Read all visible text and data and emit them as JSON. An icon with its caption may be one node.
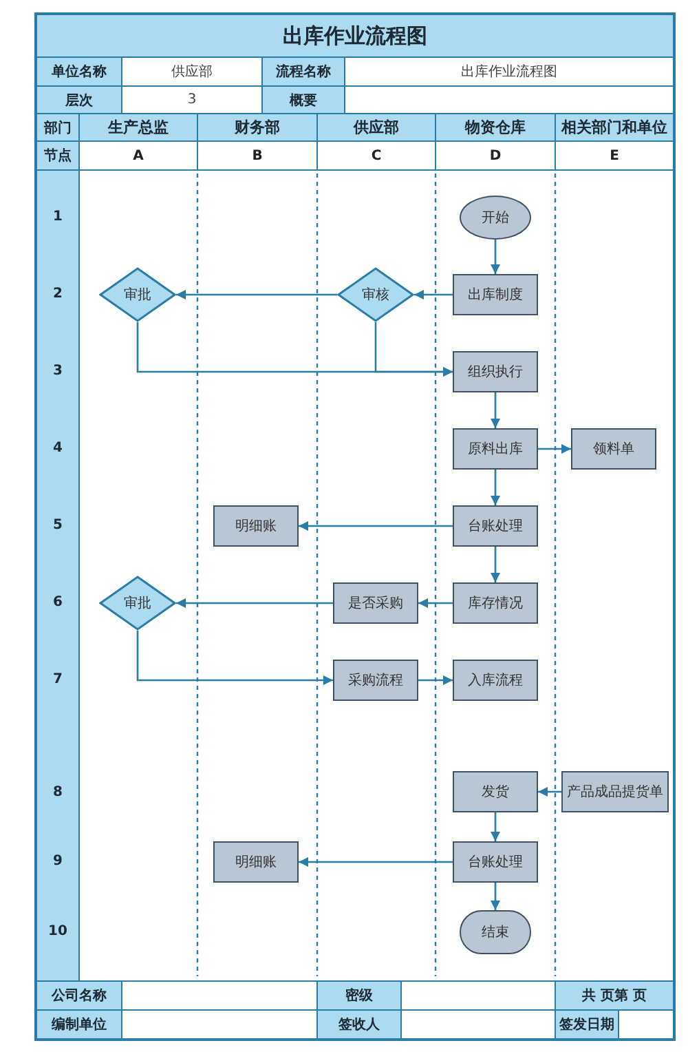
{
  "diagram": {
    "title": "出库作业流程图",
    "nodes": [
      {
        "text": [
          "开始"
        ]
      },
      {
        "text": [
          "审批"
        ]
      },
      {
        "text": [
          "审核"
        ]
      },
      {
        "text": [
          "出库制度"
        ]
      },
      {
        "text": [
          "组织执行"
        ]
      },
      {
        "text": [
          "原料出库"
        ]
      },
      {
        "text": [
          "领料单"
        ]
      },
      {
        "text": [
          "明细账"
        ]
      },
      {
        "text": [
          "台账处理"
        ]
      },
      {
        "text": [
          "审批"
        ]
      },
      {
        "text": [
          "是否采购"
        ]
      },
      {
        "text": [
          "库存情况"
        ]
      },
      {
        "text": [
          "采购流程"
        ]
      },
      {
        "text": [
          "入库流程"
        ]
      },
      {
        "text": [
          "发货"
        ]
      },
      {
        "text": [
          "产品成品提货单"
        ]
      },
      {
        "text": [
          "明细账"
        ]
      },
      {
        "text": [
          "台账处理"
        ]
      },
      {
        "text": [
          "结束"
        ]
      }
    ],
    "edges": [
      {
        "from": 0,
        "to": 3,
        "arrow": "to"
      },
      {
        "from": 3,
        "to": 2,
        "arrow": "to"
      },
      {
        "from": 2,
        "to": 1,
        "arrow": "to"
      },
      {
        "from": 1,
        "to": 4,
        "arrow": "to"
      },
      {
        "from": 2,
        "to": 4,
        "arrow": "to"
      },
      {
        "from": 4,
        "to": 5,
        "arrow": "to"
      },
      {
        "from": 5,
        "to": 6,
        "arrow": "to"
      },
      {
        "from": 5,
        "to": 8,
        "arrow": "to"
      },
      {
        "from": 8,
        "to": 7,
        "arrow": "to"
      },
      {
        "from": 8,
        "to": 11,
        "arrow": "to"
      },
      {
        "from": 11,
        "to": 10,
        "arrow": "to"
      },
      {
        "from": 10,
        "to": 9,
        "arrow": "to"
      },
      {
        "from": 9,
        "to": 12,
        "arrow": "to"
      },
      {
        "from": 12,
        "to": 13,
        "arrow": "to"
      },
      {
        "from": 15,
        "to": 14,
        "arrow": "to"
      },
      {
        "from": 14,
        "to": 17,
        "arrow": "to"
      },
      {
        "from": 17,
        "to": 16,
        "arrow": "to"
      },
      {
        "from": 17,
        "to": 18,
        "arrow": "to"
      }
    ],
    "labels": [
      "单位名称",
      "供应部",
      "流程名称",
      "出库作业流程图",
      "层次",
      "3",
      "概要",
      "部门",
      "生产总监",
      "财务部",
      "供应部",
      "物资仓库",
      "相关部门和单位",
      "节点",
      "A",
      "B",
      "C",
      "D",
      "E",
      "1",
      "2",
      "3",
      "4",
      "5",
      "6",
      "7",
      "8",
      "9",
      "10",
      "公司名称",
      "密级",
      "共 页第 页",
      "编制单位",
      "签收人",
      "签发日期"
    ]
  }
}
